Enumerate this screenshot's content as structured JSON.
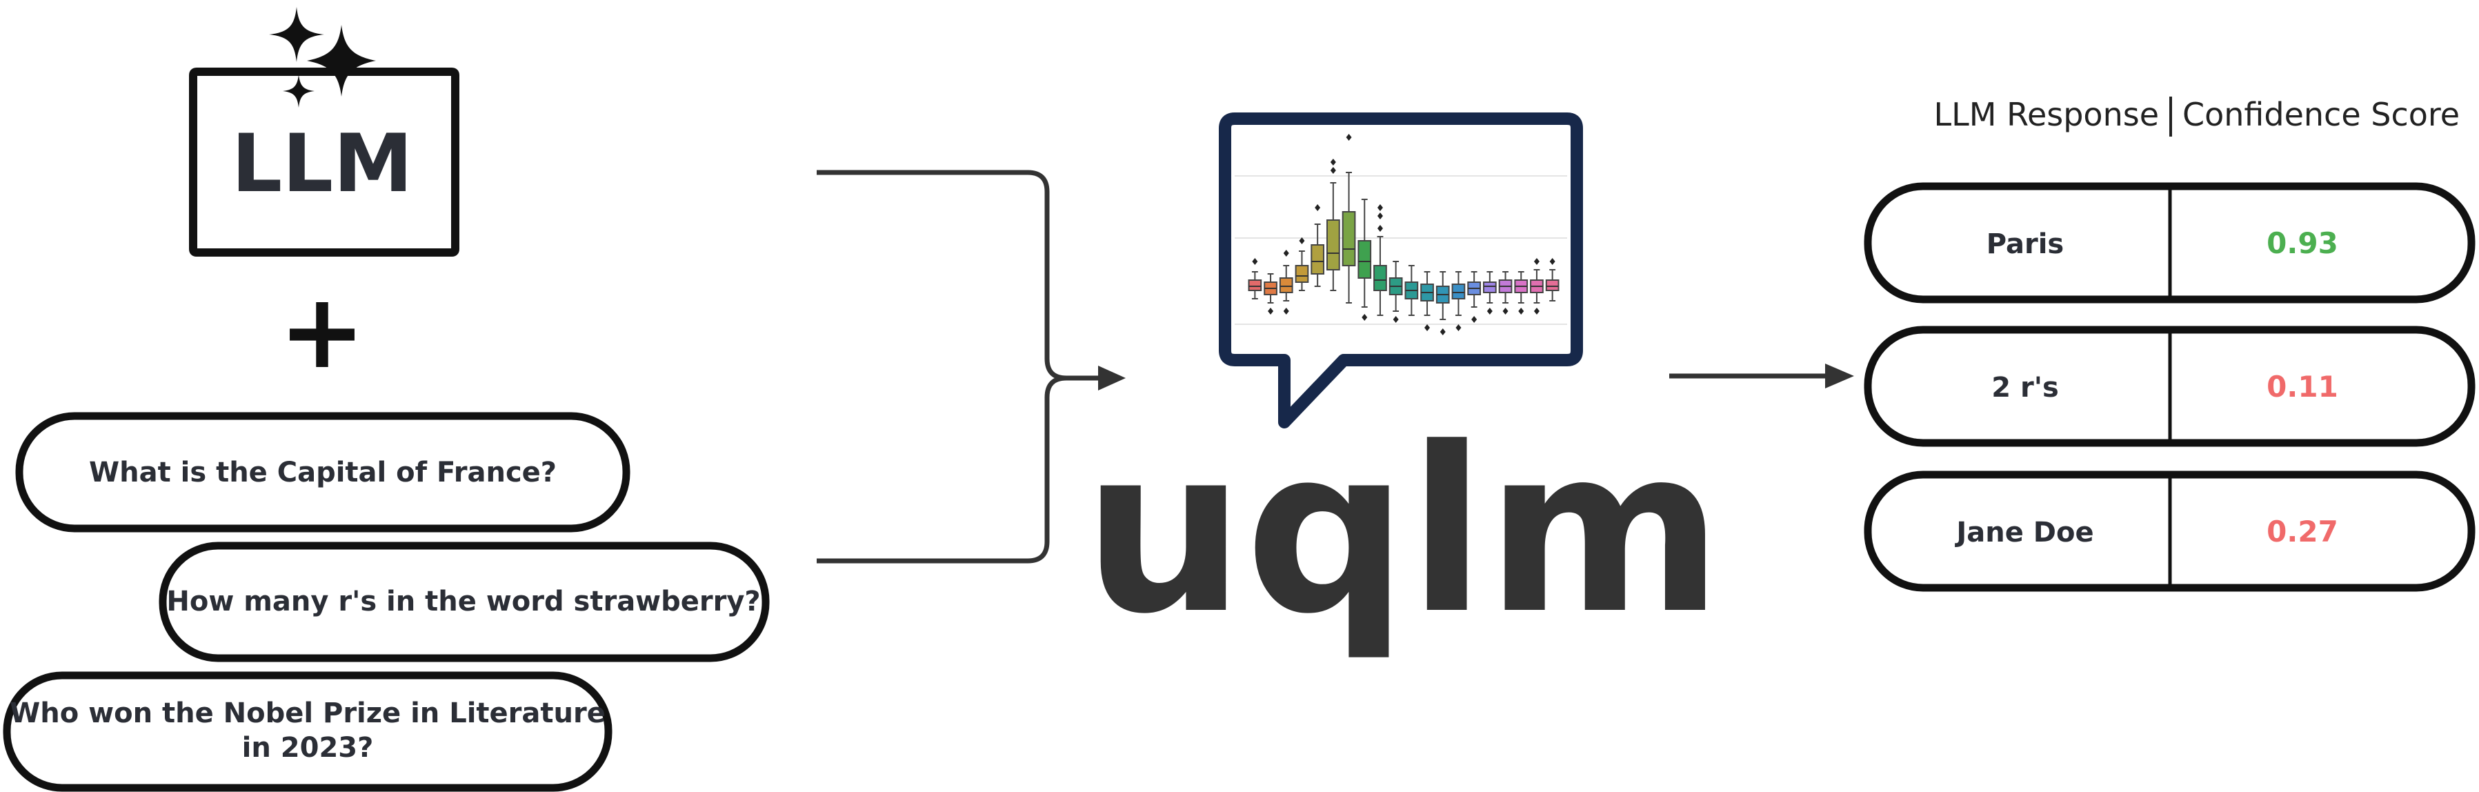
{
  "llm": {
    "label": "LLM",
    "plus": "+"
  },
  "prompts": [
    {
      "lines": [
        "What is the Capital of France?"
      ]
    },
    {
      "lines": [
        "How many r's in the word strawberry?"
      ]
    },
    {
      "lines": [
        "Who won the Nobel Prize in Literature",
        "in 2023?"
      ]
    }
  ],
  "logo": {
    "text": "uqlm"
  },
  "results": {
    "header_left": "LLM Response",
    "header_right": "Confidence Score",
    "rows": [
      {
        "response": "Paris",
        "score": "0.93",
        "score_color": "#4caf50"
      },
      {
        "response": "2 r's",
        "score": "0.11",
        "score_color": "#f06a6a"
      },
      {
        "response": "Jane Doe",
        "score": "0.27",
        "score_color": "#f06a6a"
      }
    ]
  },
  "colors": {
    "ink": "#111111",
    "frame_navy": "#17284a",
    "logo_gray": "#333333"
  },
  "boxplot": {
    "boxes": [
      {
        "color": "#e26a6a",
        "q1": 0.48,
        "median": 0.5,
        "q3": 0.53,
        "wlo": 0.44,
        "whi": 0.57,
        "outliers": [
          0.62
        ]
      },
      {
        "color": "#e07a45",
        "q1": 0.46,
        "median": 0.49,
        "q3": 0.52,
        "wlo": 0.42,
        "whi": 0.56,
        "outliers": [
          0.38
        ]
      },
      {
        "color": "#d98a3a",
        "q1": 0.47,
        "median": 0.5,
        "q3": 0.54,
        "wlo": 0.43,
        "whi": 0.6,
        "outliers": [
          0.38,
          0.66
        ]
      },
      {
        "color": "#c29a3a",
        "q1": 0.52,
        "median": 0.55,
        "q3": 0.6,
        "wlo": 0.48,
        "whi": 0.67,
        "outliers": [
          0.72
        ]
      },
      {
        "color": "#b0a040",
        "q1": 0.56,
        "median": 0.62,
        "q3": 0.7,
        "wlo": 0.5,
        "whi": 0.8,
        "outliers": [
          0.88
        ]
      },
      {
        "color": "#a0a242",
        "q1": 0.58,
        "median": 0.66,
        "q3": 0.82,
        "wlo": 0.48,
        "whi": 1.0,
        "outliers": [
          1.06,
          1.1
        ]
      },
      {
        "color": "#7aa445",
        "q1": 0.6,
        "median": 0.68,
        "q3": 0.86,
        "wlo": 0.42,
        "whi": 1.05,
        "outliers": [
          1.22
        ]
      },
      {
        "color": "#3fa14f",
        "q1": 0.54,
        "median": 0.62,
        "q3": 0.72,
        "wlo": 0.4,
        "whi": 0.92,
        "outliers": [
          0.35
        ]
      },
      {
        "color": "#2f9e6a",
        "q1": 0.48,
        "median": 0.53,
        "q3": 0.6,
        "wlo": 0.36,
        "whi": 0.74,
        "outliers": [
          0.78,
          0.84,
          0.88
        ]
      },
      {
        "color": "#2d9c85",
        "q1": 0.46,
        "median": 0.5,
        "q3": 0.54,
        "wlo": 0.38,
        "whi": 0.62,
        "outliers": [
          0.34
        ]
      },
      {
        "color": "#2c9a95",
        "q1": 0.44,
        "median": 0.48,
        "q3": 0.52,
        "wlo": 0.36,
        "whi": 0.6,
        "outliers": []
      },
      {
        "color": "#2e98a6",
        "q1": 0.43,
        "median": 0.47,
        "q3": 0.51,
        "wlo": 0.36,
        "whi": 0.57,
        "outliers": [
          0.3
        ]
      },
      {
        "color": "#3195b6",
        "q1": 0.42,
        "median": 0.46,
        "q3": 0.5,
        "wlo": 0.34,
        "whi": 0.57,
        "outliers": [
          0.28
        ]
      },
      {
        "color": "#3a8fc6",
        "q1": 0.44,
        "median": 0.47,
        "q3": 0.51,
        "wlo": 0.36,
        "whi": 0.57,
        "outliers": [
          0.3
        ]
      },
      {
        "color": "#6a8ee0",
        "q1": 0.46,
        "median": 0.49,
        "q3": 0.52,
        "wlo": 0.4,
        "whi": 0.57,
        "outliers": [
          0.34
        ]
      },
      {
        "color": "#9f85e6",
        "q1": 0.47,
        "median": 0.5,
        "q3": 0.52,
        "wlo": 0.42,
        "whi": 0.57,
        "outliers": [
          0.38
        ]
      },
      {
        "color": "#c27ad8",
        "q1": 0.47,
        "median": 0.5,
        "q3": 0.53,
        "wlo": 0.42,
        "whi": 0.57,
        "outliers": [
          0.38
        ]
      },
      {
        "color": "#d872c6",
        "q1": 0.47,
        "median": 0.5,
        "q3": 0.53,
        "wlo": 0.42,
        "whi": 0.57,
        "outliers": [
          0.38
        ]
      },
      {
        "color": "#e06fb0",
        "q1": 0.47,
        "median": 0.5,
        "q3": 0.53,
        "wlo": 0.42,
        "whi": 0.58,
        "outliers": [
          0.38,
          0.62
        ]
      },
      {
        "color": "#e46e96",
        "q1": 0.48,
        "median": 0.5,
        "q3": 0.53,
        "wlo": 0.43,
        "whi": 0.58,
        "outliers": [
          0.62
        ]
      }
    ]
  }
}
